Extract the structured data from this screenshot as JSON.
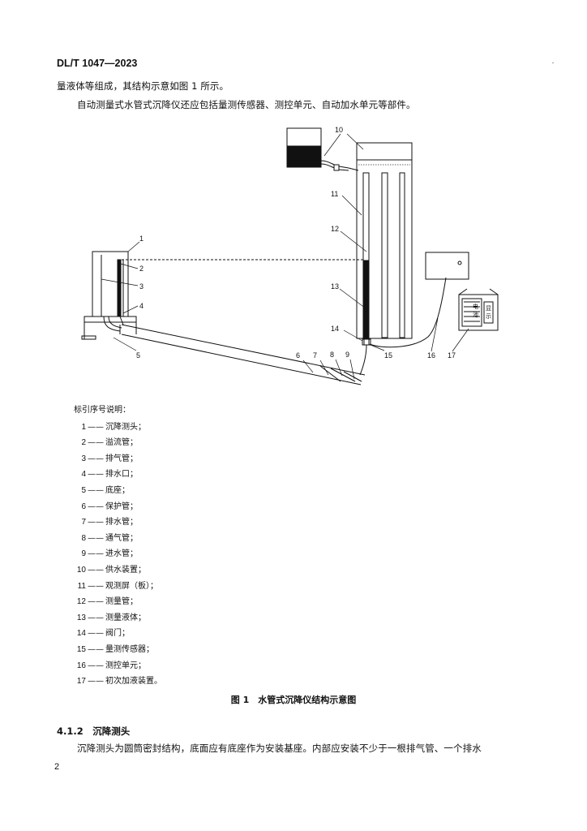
{
  "header": {
    "code": "DL/T 1047—2023"
  },
  "page": {
    "number": "2"
  },
  "paragraphs": {
    "p1": "量液体等组成，其结构示意如图 1 所示。",
    "p2": "自动测量式水管式沉降仪还应包括量测传感器、测控单元、自动加水单元等部件。"
  },
  "figure": {
    "callouts": [
      "1",
      "2",
      "3",
      "4",
      "5",
      "6",
      "7",
      "8",
      "9",
      "10",
      "11",
      "12",
      "13",
      "14",
      "15",
      "16",
      "17"
    ],
    "device_text": [
      "电",
      "池",
      "显",
      "示"
    ],
    "legend_title": "标引序号说明：",
    "legend": [
      {
        "num": "1",
        "sep": "——",
        "text": "沉降测头；"
      },
      {
        "num": "2",
        "sep": "——",
        "text": "溢流管；"
      },
      {
        "num": "3",
        "sep": "——",
        "text": "排气管；"
      },
      {
        "num": "4",
        "sep": "——",
        "text": "排水口；"
      },
      {
        "num": "5",
        "sep": "——",
        "text": "底座；"
      },
      {
        "num": "6",
        "sep": "——",
        "text": "保护管；"
      },
      {
        "num": "7",
        "sep": "——",
        "text": "排水管；"
      },
      {
        "num": "8",
        "sep": "——",
        "text": "通气管；"
      },
      {
        "num": "9",
        "sep": "——",
        "text": "进水管；"
      },
      {
        "num": "10",
        "sep": "——",
        "text": "供水装置；"
      },
      {
        "num": "11",
        "sep": "——",
        "text": "观测屏（板）；"
      },
      {
        "num": "12",
        "sep": "——",
        "text": "测量管；"
      },
      {
        "num": "13",
        "sep": "——",
        "text": "测量液体；"
      },
      {
        "num": "14",
        "sep": "——",
        "text": "阀门；"
      },
      {
        "num": "15",
        "sep": "——",
        "text": "量测传感器；"
      },
      {
        "num": "16",
        "sep": "——",
        "text": "测控单元；"
      },
      {
        "num": "17",
        "sep": "——",
        "text": "初次加液装置。"
      }
    ],
    "caption": "图 1　水管式沉降仪结构示意图"
  },
  "section": {
    "heading": "4.1.2　沉降测头",
    "text": "沉降测头为圆筒密封结构，底面应有底座作为安装基座。内部应安装不少于一根排气管、一个排水"
  }
}
